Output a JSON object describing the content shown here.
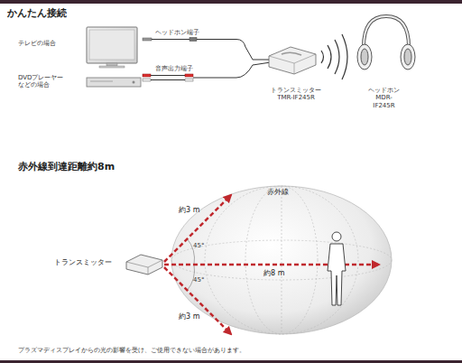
{
  "diagram": {
    "title": "かんたん接続",
    "caption": "プラズマディスプレイからの光の影響を受け、ご使用できない場合があります。",
    "labels": [
      "テレビの場合",
      "DVDプレーヤー などの場合",
      "ヘッドホン端子",
      "音声出力端子",
      "トランスミッター TMR-IF245R",
      "ヘッドホン MDR-IF245R",
      "赤外線到達距離約8m",
      "赤外線",
      "約3 m",
      "45°",
      "45°",
      "約8 m",
      "トランスミッター",
      "約3 m"
    ]
  }
}
